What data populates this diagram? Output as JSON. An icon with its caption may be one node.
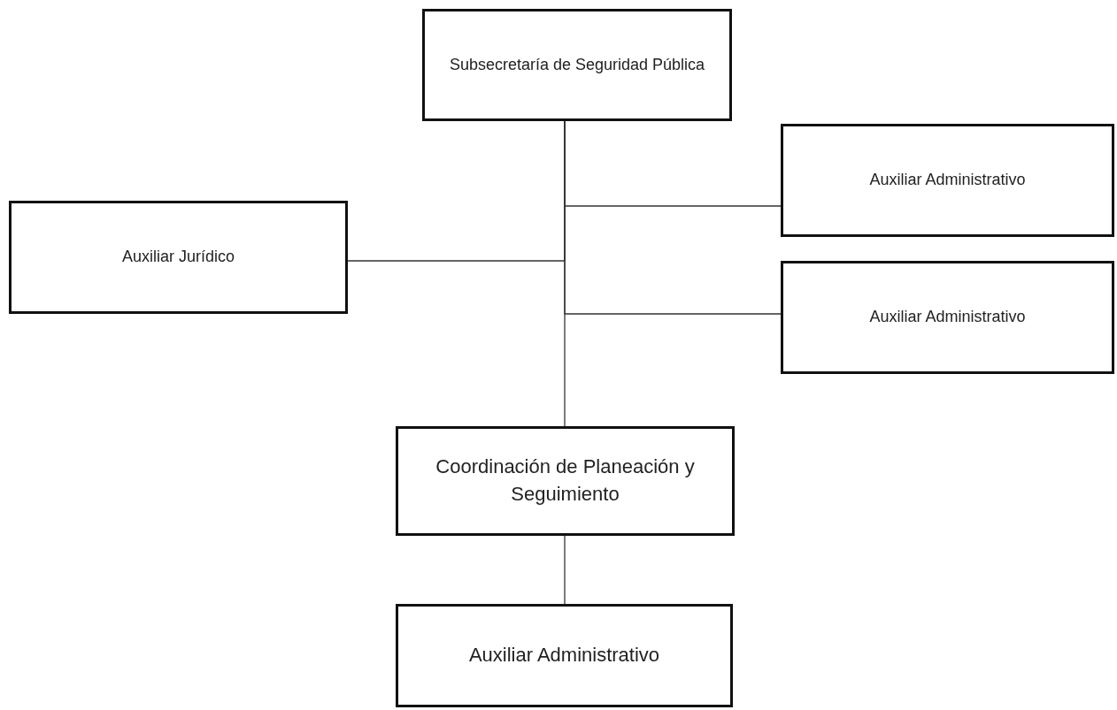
{
  "diagram": {
    "nodes": [
      {
        "text": [
          "Subsecretaría de Seguridad Pública"
        ]
      },
      {
        "text": [
          "Auxiliar Administrativo"
        ]
      },
      {
        "text": [
          "Auxiliar Jurídico"
        ]
      },
      {
        "text": [
          "Auxiliar Administrativo"
        ]
      },
      {
        "text": [
          "Coordinación de Planeación y Seguimiento"
        ]
      },
      {
        "text": [
          "Auxiliar Administrativo"
        ]
      }
    ],
    "edges": [
      {
        "from": 0,
        "to": 1,
        "arrow": "none"
      },
      {
        "from": 0,
        "to": 2,
        "arrow": "none"
      },
      {
        "from": 0,
        "to": 3,
        "arrow": "none"
      },
      {
        "from": 0,
        "to": 4,
        "arrow": "none"
      },
      {
        "from": 4,
        "to": 5,
        "arrow": "none"
      }
    ]
  }
}
